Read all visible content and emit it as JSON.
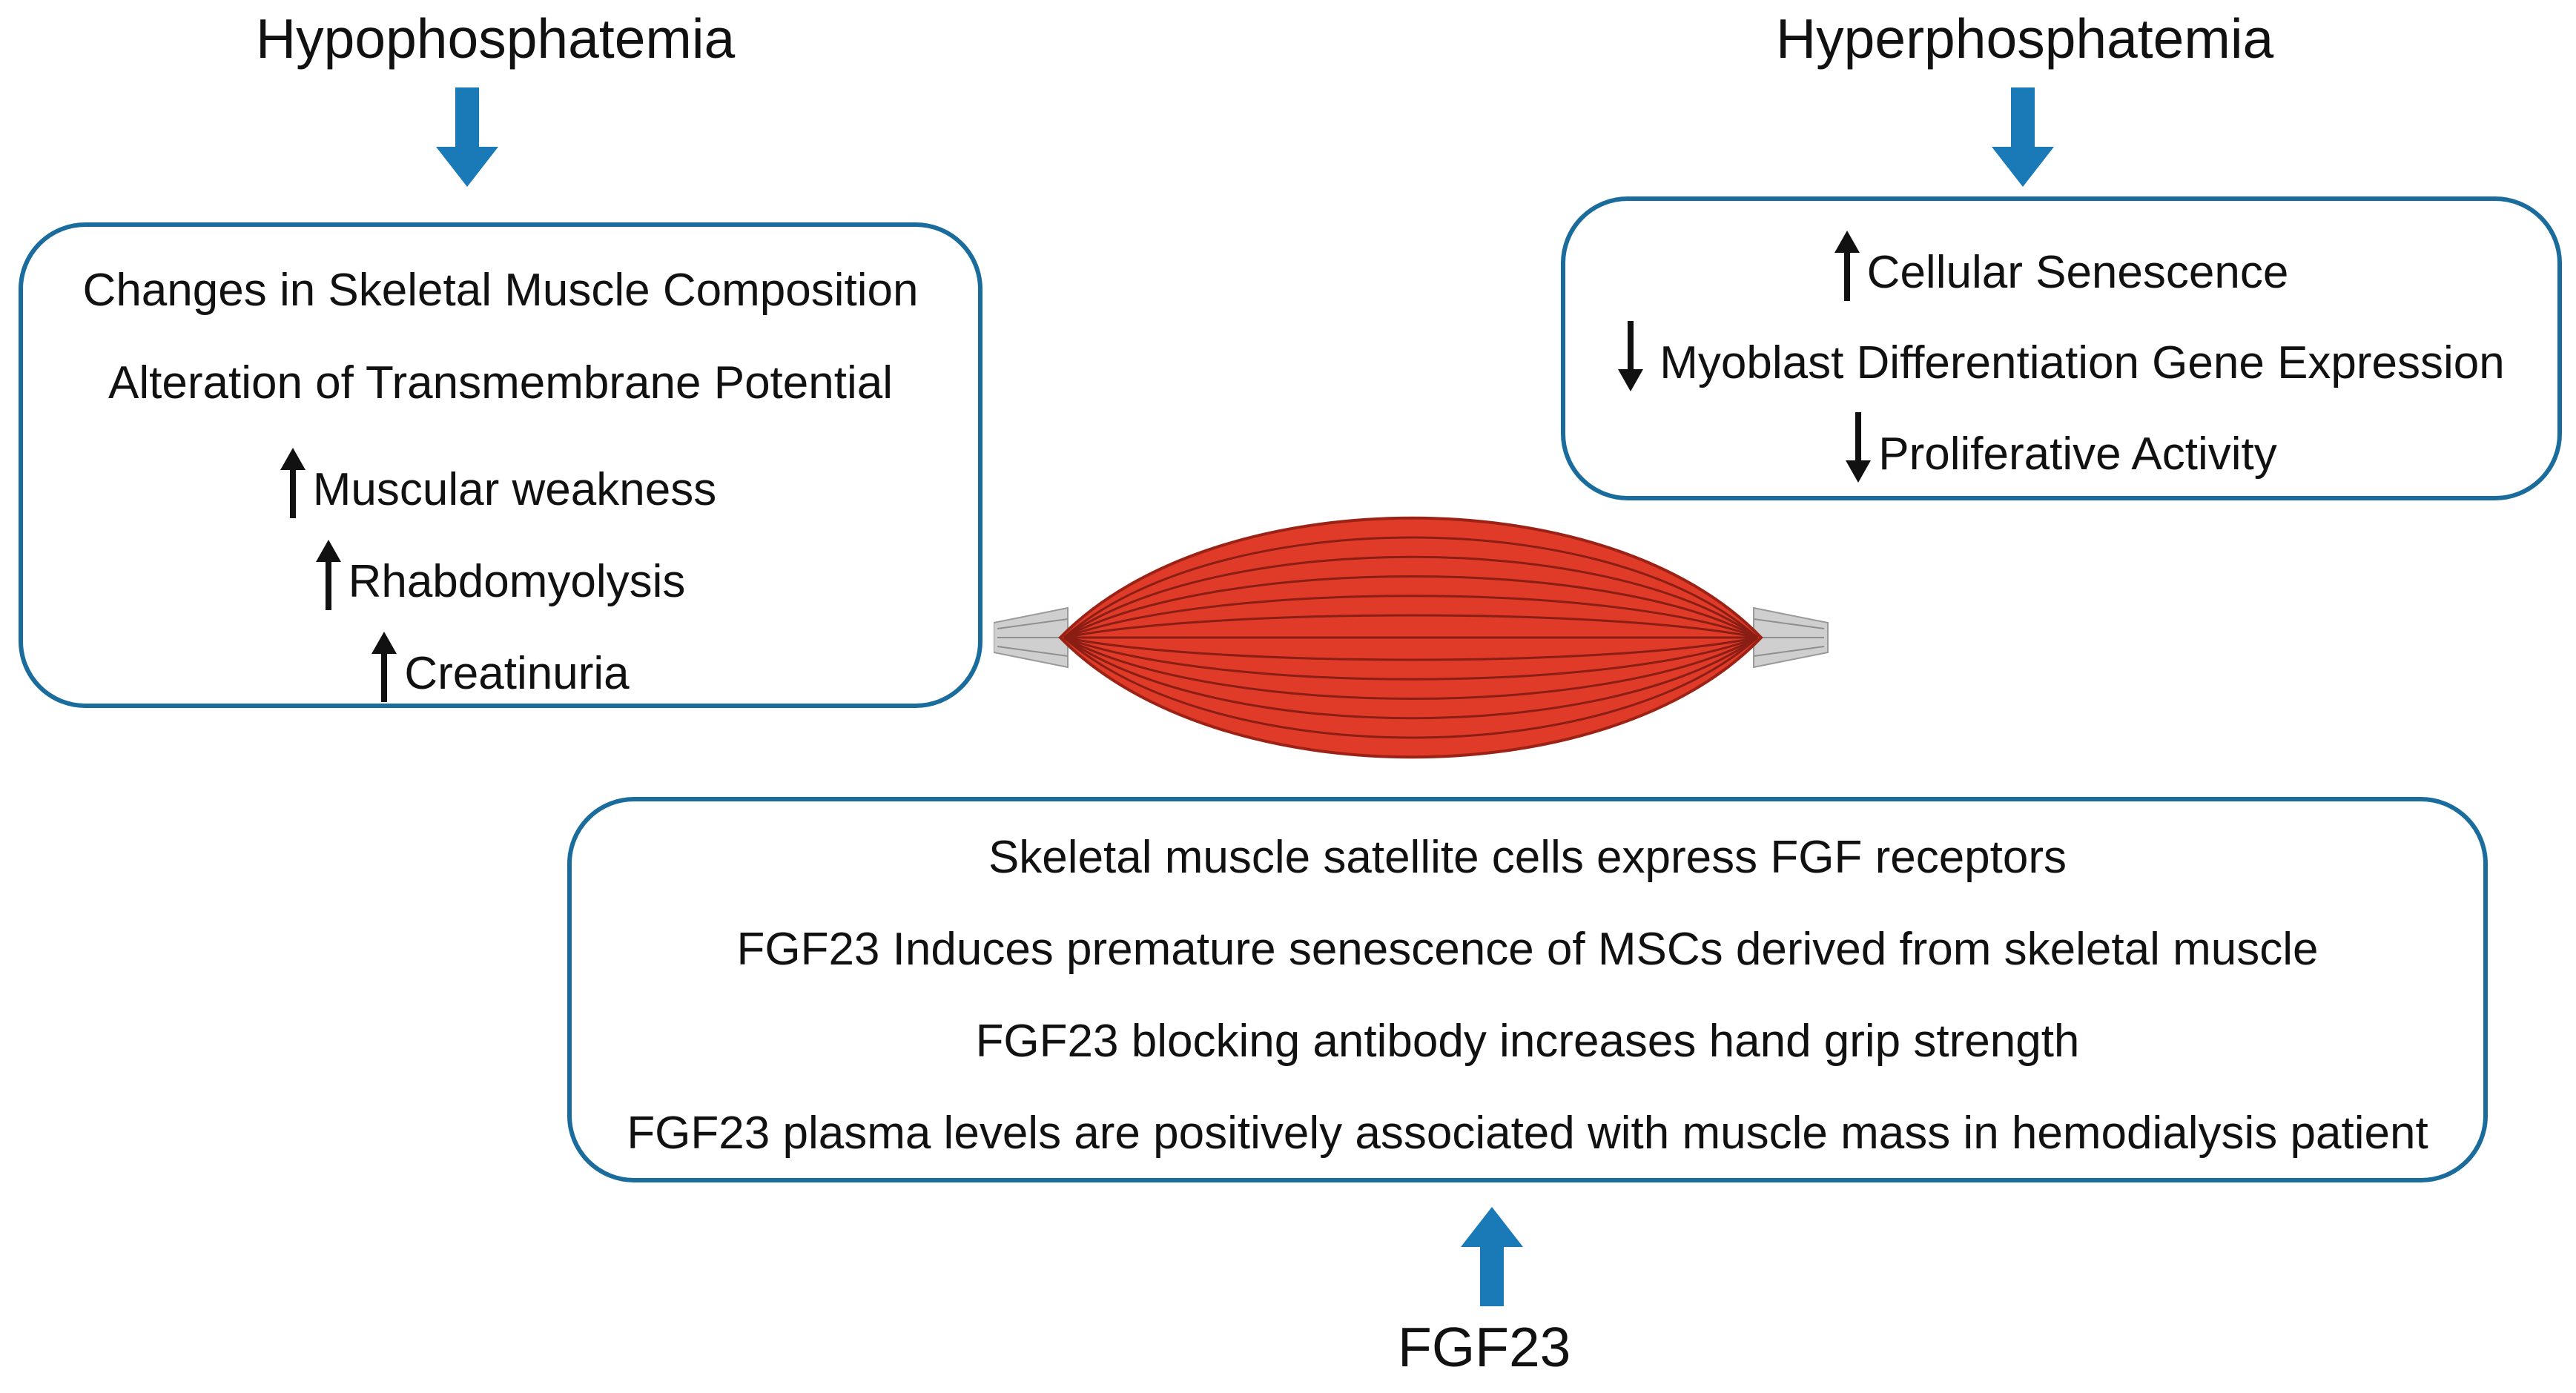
{
  "colors": {
    "box_border": "#1a6c9c",
    "blue_arrow": "#1a7ab8",
    "muscle_red": "#e03b29",
    "muscle_line": "#8a1e14",
    "tendon": "#c8c8c8"
  },
  "hypo": {
    "title": "Hypophosphatemia",
    "arrow_icon": "arrow-down",
    "items": [
      {
        "text": "Changes in Skeletal Muscle Composition",
        "indicator": "none"
      },
      {
        "text": "Alteration of Transmembrane Potential",
        "indicator": "none"
      },
      {
        "text": "Muscular weakness",
        "indicator": "up"
      },
      {
        "text": "Rhabdomyolysis",
        "indicator": "up"
      },
      {
        "text": "Creatinuria",
        "indicator": "up"
      }
    ]
  },
  "hyper": {
    "title": "Hyperphosphatemia",
    "arrow_icon": "arrow-down",
    "items": [
      {
        "text": "Cellular Senescence",
        "indicator": "up"
      },
      {
        "text": "Myoblast Differentiation Gene Expression",
        "indicator": "down"
      },
      {
        "text": "Proliferative Activity",
        "indicator": "down"
      }
    ]
  },
  "fgf": {
    "title": "FGF23",
    "arrow_icon": "arrow-up",
    "items": [
      {
        "text": "Skeletal muscle satellite cells express FGF receptors"
      },
      {
        "text": "FGF23 Induces premature senescence of MSCs derived from skeletal muscle"
      },
      {
        "text": "FGF23 blocking antibody increases hand grip strength"
      },
      {
        "text": "FGF23 plasma levels are positively associated with muscle mass in hemodialysis patient"
      }
    ]
  },
  "muscle_icon": "skeletal-muscle-illustration"
}
